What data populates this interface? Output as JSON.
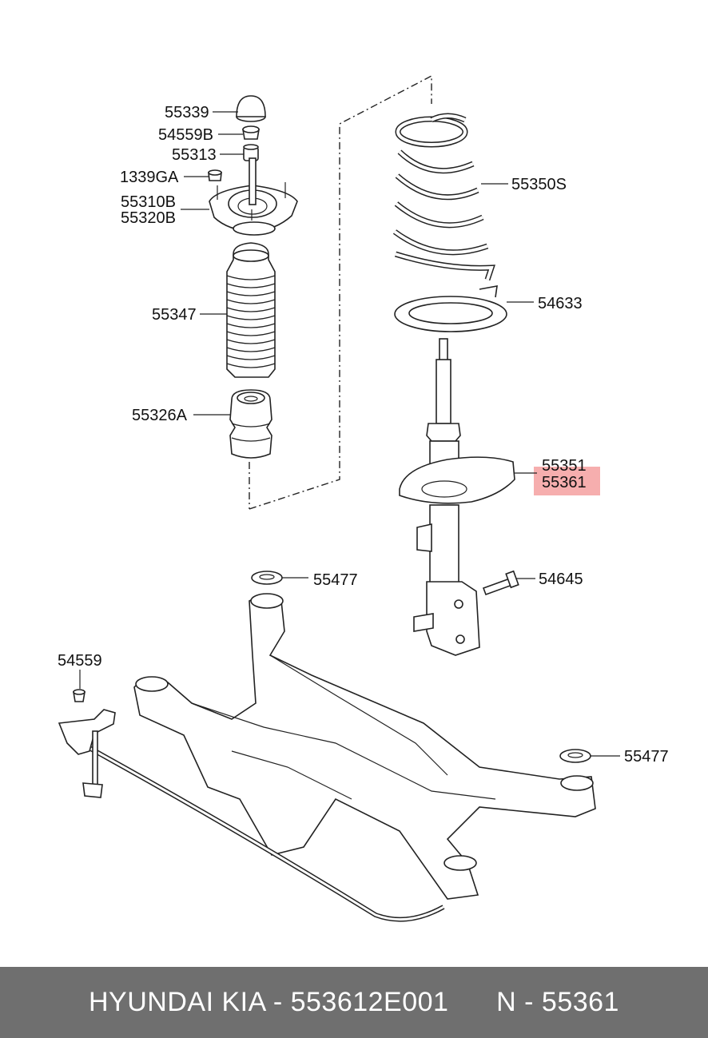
{
  "labels": {
    "p55339": "55339",
    "p54559B": "54559B",
    "p55313": "55313",
    "p1339GA": "1339GA",
    "p55310B": "55310B",
    "p55320B": "55320B",
    "p55347": "55347",
    "p55326A": "55326A",
    "p55350S": "55350S",
    "p54633": "54633",
    "p55351": "55351",
    "p55361": "55361",
    "p54645": "54645",
    "p55477a": "55477",
    "p55477b": "55477",
    "p54559": "54559"
  },
  "footer": {
    "brand_part": "HYUNDAI KIA - 553612E001",
    "ref": "N - 55361"
  },
  "colors": {
    "footer_bg": "#6f6f6f",
    "highlight": "#f5a0a0"
  }
}
